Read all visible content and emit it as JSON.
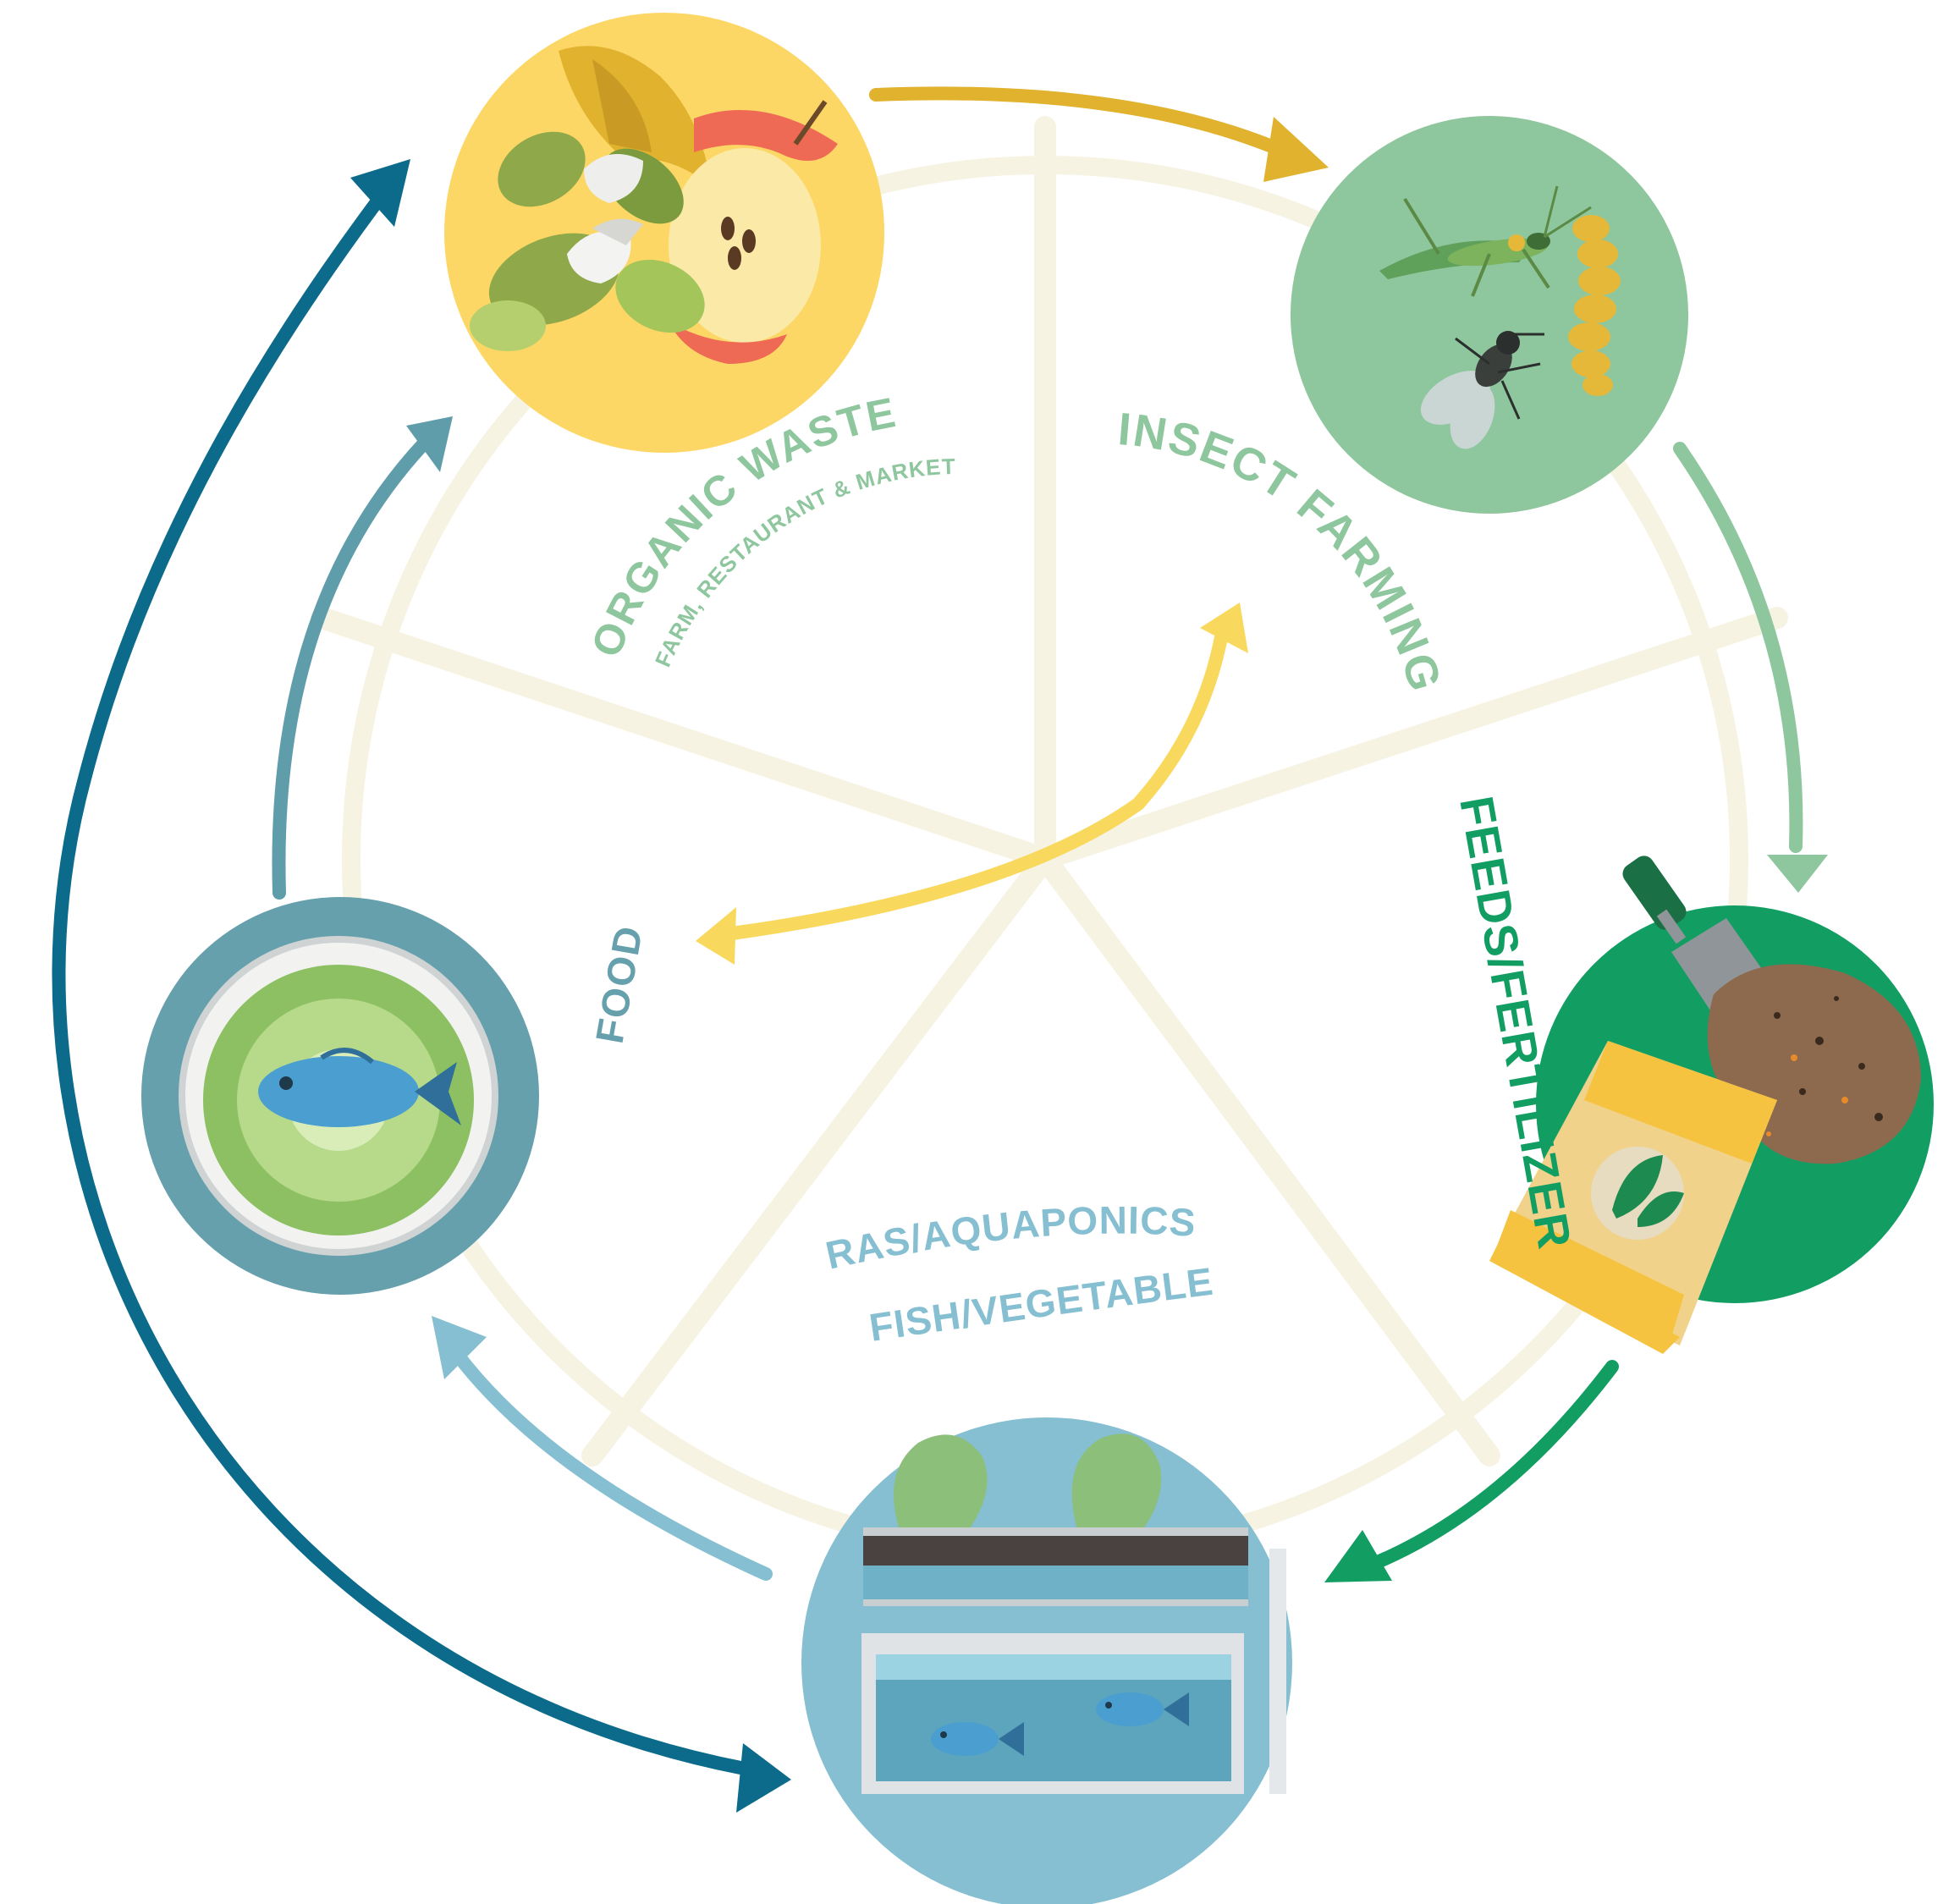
{
  "colors": {
    "wheel": "#f7f3e3",
    "organic_waste": "#fcd765",
    "insect_farming": "#8ec69e",
    "feeds_fertilizer": "#129e63",
    "ras": "#85bfd1",
    "food": "#66a0ad",
    "arrow_gold": "#e0b22e",
    "arrow_yellow": "#f9d85e",
    "arrow_green_light": "#8ec69e",
    "arrow_green_dark": "#129e63",
    "arrow_blue_light": "#85bfd1",
    "arrow_teal": "#5f9daa",
    "arrow_navy": "#0c6a8a"
  },
  "labels": {
    "organic_waste": "ORGANIC WASTE",
    "organic_waste_sub": "FARM, RESTAURANT & MARKET",
    "insect_farming": "INSECT FARMING",
    "feeds_fertilizer": "FEEDS/FERTILIZER",
    "ras_line1": "RAS/AQUAPONICS",
    "ras_line2": "FISH/VEGETABLE",
    "food": "FOOD"
  },
  "nodes": [
    {
      "id": "organic-waste",
      "icon": "food-scraps-icon"
    },
    {
      "id": "insect-farming",
      "icon": "insects-icon"
    },
    {
      "id": "feeds-fertilizer",
      "icon": "fertilizer-bag-icon"
    },
    {
      "id": "ras-aquaponics",
      "icon": "aquaponics-tank-icon"
    },
    {
      "id": "food",
      "icon": "fish-on-plate-icon"
    }
  ]
}
